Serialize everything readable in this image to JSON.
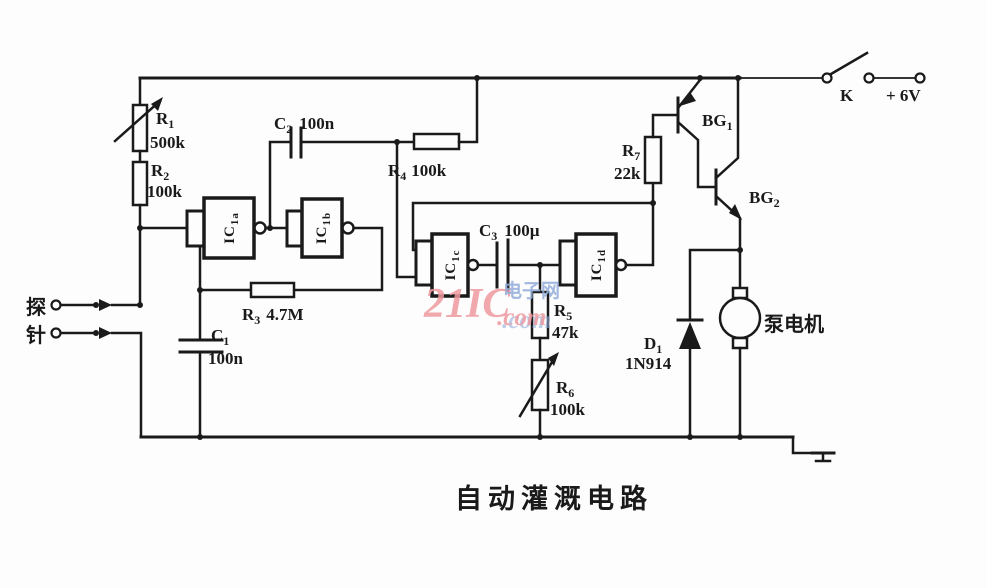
{
  "title": "自动灌溉电路",
  "colors": {
    "ink": "#1a1a1a",
    "background": "#fdfdfd",
    "watermark_pink": "#ef9aa0",
    "watermark_blue": "#93add9"
  },
  "power": {
    "switch_label": "K",
    "supply_label": "+ 6V"
  },
  "probe": {
    "char_top": "探",
    "char_bottom": "针"
  },
  "components": {
    "r1": {
      "sym": "R",
      "sub": "1",
      "val": "500k"
    },
    "r2": {
      "sym": "R",
      "sub": "2",
      "val": "100k"
    },
    "r3": {
      "sym": "R",
      "sub": "3",
      "val": "4.7M"
    },
    "r4": {
      "sym": "R",
      "sub": "4",
      "val": "100k"
    },
    "r5": {
      "sym": "R",
      "sub": "5",
      "val": "47k"
    },
    "r6": {
      "sym": "R",
      "sub": "6",
      "val": "100k"
    },
    "r7": {
      "sym": "R",
      "sub": "7",
      "val": "22k"
    },
    "c1": {
      "sym": "C",
      "sub": "1",
      "val": "100n"
    },
    "c2": {
      "sym": "C",
      "sub": "2",
      "val": "100n"
    },
    "c3": {
      "sym": "C",
      "sub": "3",
      "val": "100µ"
    },
    "d1": {
      "sym": "D",
      "sub": "1",
      "val": "1N914"
    }
  },
  "gates": {
    "ic1a": {
      "sym": "IC",
      "sub": "1a"
    },
    "ic1b": {
      "sym": "IC",
      "sub": "1b"
    },
    "ic1c": {
      "sym": "IC",
      "sub": "1c"
    },
    "ic1d": {
      "sym": "IC",
      "sub": "1d"
    }
  },
  "transistors": {
    "bg1": {
      "sym": "BG",
      "sub": "1"
    },
    "bg2": {
      "sym": "BG",
      "sub": "2"
    }
  },
  "motor": {
    "label": "泵电机"
  },
  "watermark": {
    "brand": "21IC",
    "site": "电子网",
    "domain": ".com"
  }
}
